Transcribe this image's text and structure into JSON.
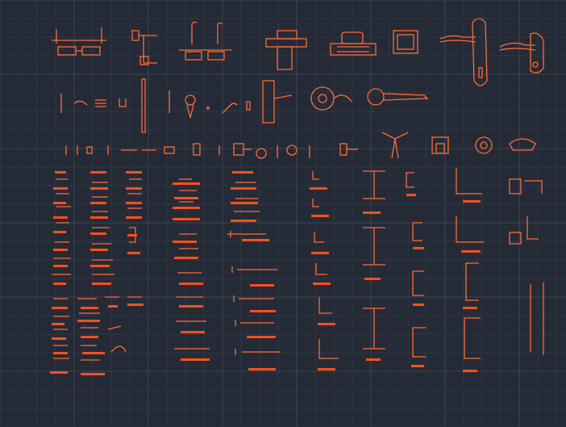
{
  "canvas": {
    "background": "#252b36",
    "grid_minor_color": "#2e3541",
    "grid_major_color": "#3a4250",
    "entity_color": "#ff4f1c",
    "entity_outline": "#ff6a3a"
  },
  "drawing": {
    "rows": [
      {
        "name": "door-hardware-row",
        "items": [
          "hinge-assembly",
          "latch-bracket",
          "spring-hinge",
          "lever-handle-block",
          "pull-bar",
          "square-escutcheon",
          "lever-on-plate",
          "lever-rose"
        ]
      },
      {
        "name": "small-hardware-row",
        "items": [
          "knob-set",
          "long-bar",
          "lever-plate",
          "round-knob",
          "pull-handle"
        ]
      },
      {
        "name": "fittings-row",
        "items": [
          "small-fittings",
          "bracket-clamp",
          "caster-wheel",
          "mount-cap"
        ]
      },
      {
        "name": "fasteners-grid",
        "items": [
          "bolts",
          "screws",
          "anchors",
          "angle-profiles",
          "i-beams",
          "channels",
          "rods"
        ]
      }
    ]
  }
}
